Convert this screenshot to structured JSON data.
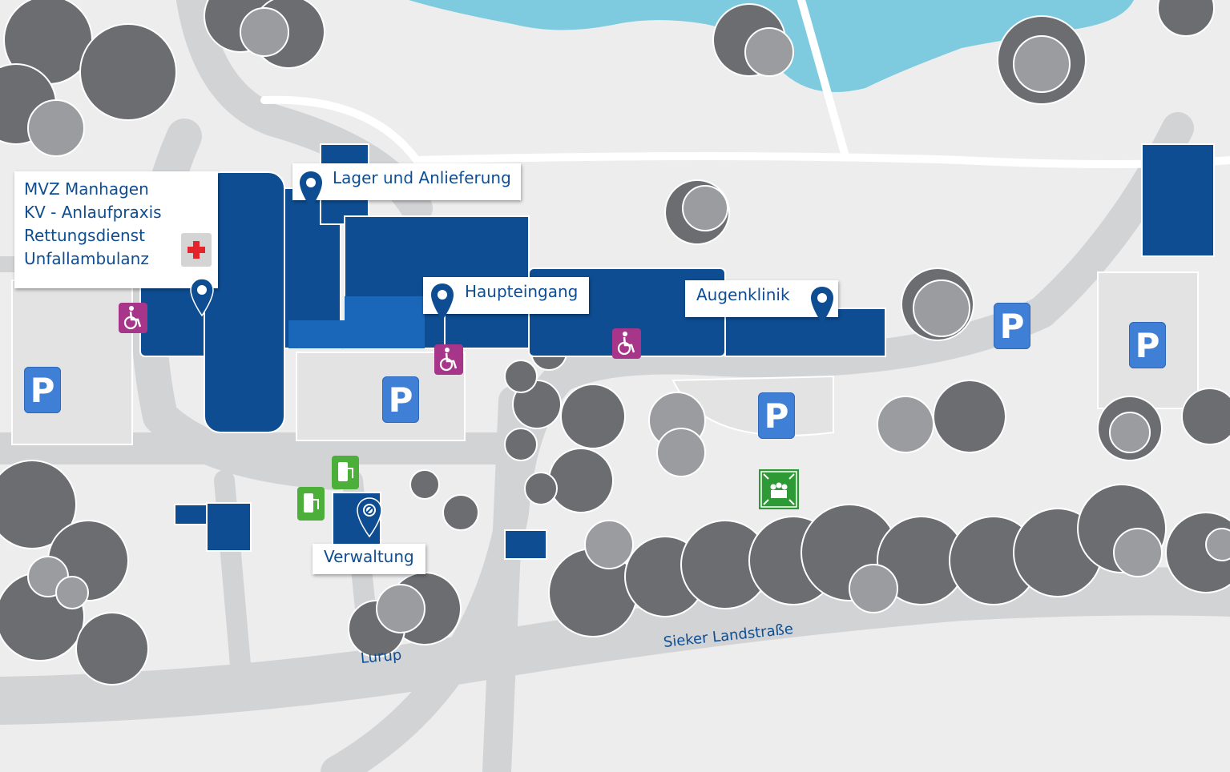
{
  "map": {
    "labels": {
      "mvz_lines": [
        "MVZ Manhagen",
        "KV - Anlaufpraxis",
        "Rettungsdienst",
        "Unfallambulanz"
      ],
      "lager": "Lager und Anlieferung",
      "haupteingang": "Haupteingang",
      "augenklinik": "Augenklinik",
      "verwaltung": "Verwaltung"
    },
    "roads": {
      "sieker": "Sieker Landstraße",
      "lurup": "Lurup"
    },
    "parking_symbol": "P",
    "icons": [
      "location-pin-icon",
      "parking-icon",
      "wheelchair-icon",
      "ev-charging-icon",
      "assembly-point-icon",
      "first-aid-icon",
      "no-entry-pin-icon"
    ],
    "colors": {
      "background": "#ededee",
      "road": "#d2d3d5",
      "water": "#7ecbdf",
      "building": "#0e4d92",
      "building_light": "#1a66b8",
      "tree": "#6b6d70",
      "tree_light": "#9a9ca0",
      "parking": "#3f7fd6",
      "wheelchair": "#a7368a",
      "ev": "#4caf3a",
      "assembly": "#2d9a36",
      "red_cross": "#e3242b"
    }
  }
}
